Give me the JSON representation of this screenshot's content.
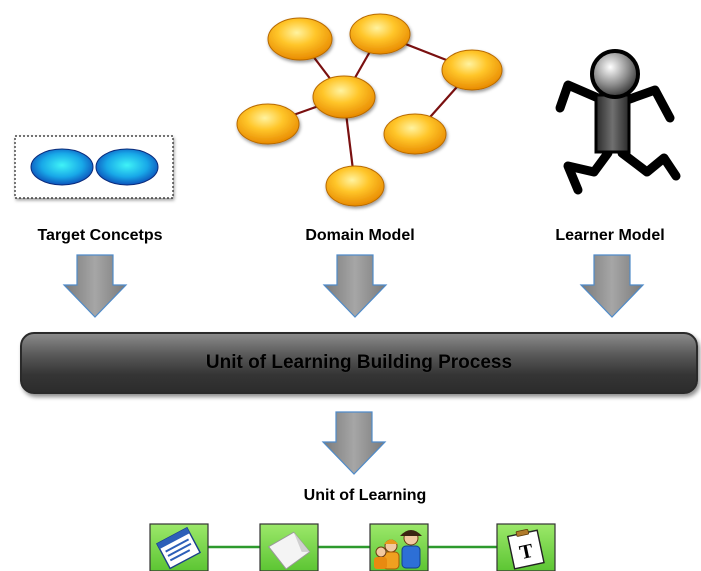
{
  "labels": {
    "target_concepts": "Target Concetps",
    "domain_model": "Domain Model",
    "learner_model": "Learner Model",
    "process": "Unit of Learning Building Process",
    "unit_of_learning": "Unit of Learning"
  },
  "unit_of_learning_items": [
    {
      "icon": "document-icon"
    },
    {
      "icon": "paper-icon"
    },
    {
      "icon": "people-icon"
    },
    {
      "icon": "test-icon",
      "text": "T"
    }
  ],
  "colors": {
    "node_orange": "#f6b21b",
    "concept_blue": "#1a9ee6",
    "edge_darkred": "#7a1010",
    "arrow_gray": "#8e8e8e",
    "arrow_outline": "#4f8bc9",
    "item_green": "#7ed64b",
    "chain_line": "#2d9a2d"
  }
}
